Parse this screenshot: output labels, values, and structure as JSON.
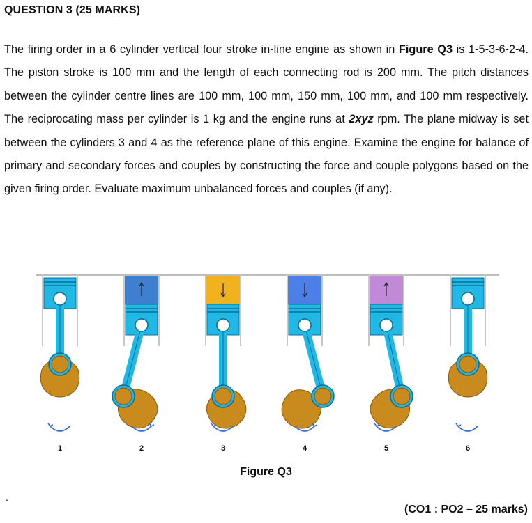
{
  "question_title": "QUESTION 3 (25 MARKS)",
  "paragraph": {
    "s1": "The firing order in a 6 cylinder vertical four stroke in-line engine as shown in ",
    "s2": "Figure Q3",
    "s3": " is 1-5-3-6-2-4. The piston stroke is 100 mm and the length of each connecting rod is 200 mm. The pitch distances between the cylinder centre lines are 100 mm, 100 mm, 150 mm, 100 mm, and 100 mm respectively. The reciprocating mass per cylinder is 1 kg and the engine runs at ",
    "s4": "2xyz",
    "s5": " rpm. The plane midway is set between the cylinders 3 and 4 as the reference plane of this engine. Examine the engine for balance of primary and secondary forces and couples by constructing the force and couple polygons based on the given firing order. Evaluate maximum unbalanced forces and couples (if any)."
  },
  "figure": {
    "caption": "Figure Q3",
    "cylinder_numbers": [
      "1",
      "2",
      "3",
      "4",
      "5",
      "6"
    ],
    "cylinders": [
      {
        "chamber_color": "",
        "arrow": "none"
      },
      {
        "chamber_color": "#3f7fd0",
        "arrow": "up"
      },
      {
        "chamber_color": "#f0b21e",
        "arrow": "down"
      },
      {
        "chamber_color": "#4d7fe8",
        "arrow": "down"
      },
      {
        "chamber_color": "#c08ad8",
        "arrow": "up"
      },
      {
        "chamber_color": "",
        "arrow": "none"
      }
    ]
  },
  "footer_dot": ".",
  "marks_note": "(CO1 : PO2 – 25 marks)"
}
